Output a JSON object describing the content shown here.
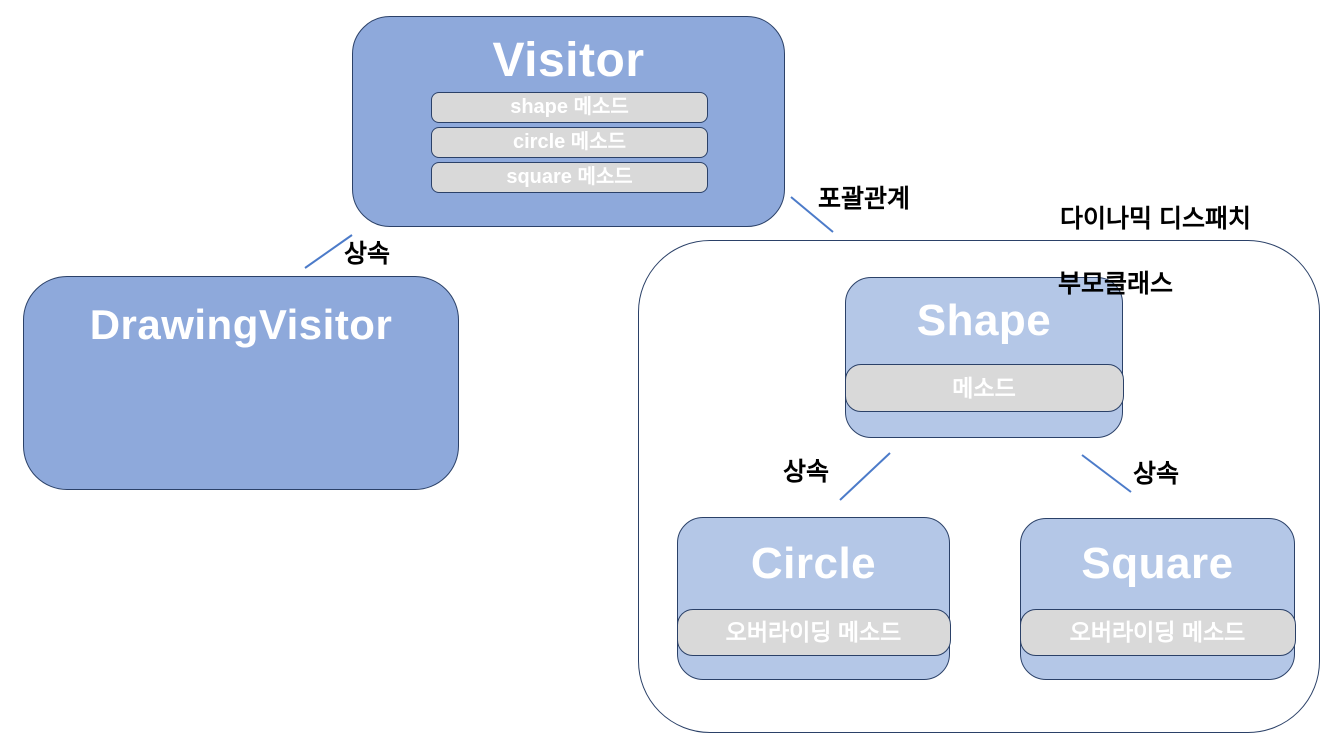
{
  "diagram": {
    "visitor": {
      "title": "Visitor",
      "methods": [
        "shape 메소드",
        "circle 메소드",
        "square 메소드"
      ]
    },
    "drawing_visitor": {
      "title": "DrawingVisitor"
    },
    "shape": {
      "title": "Shape",
      "method": "메소드"
    },
    "circle": {
      "title": "Circle",
      "method": "오버라이딩 메소드"
    },
    "square": {
      "title": "Square",
      "method": "오버라이딩 메소드"
    },
    "labels": {
      "inheritance_left": "상속",
      "containment": "포괄관계",
      "dynamic_dispatch": "다이나믹 디스패치",
      "parent_class": "부모클래스",
      "inheritance_circle": "상속",
      "inheritance_square": "상속"
    },
    "colors": {
      "class_box_blue": "#8EA9DB",
      "subclass_box_light_blue": "#B4C7E7",
      "method_bar_gray": "#D9D9D9",
      "outline_navy": "#2B4168",
      "connector_blue": "#4C7BC9",
      "title_text": "#FFFFFF",
      "label_text": "#000000"
    }
  }
}
